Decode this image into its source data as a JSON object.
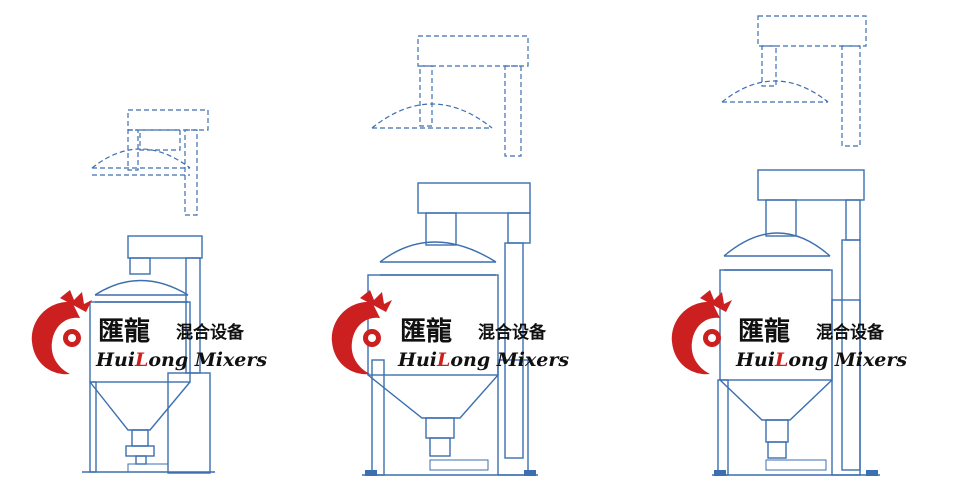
{
  "watermark": {
    "brand_cn_main": "匯龍",
    "brand_cn_sub": "混合设备",
    "brand_en_prefix": "Hui",
    "brand_en_highlight": "L",
    "brand_en_suffix": "ong Mixers"
  },
  "colors": {
    "line": "#3c6fb0",
    "logo_red": "#cc1f1f",
    "text": "#111111"
  },
  "drawings": [
    {
      "name": "mixer-small",
      "logo_count": 1
    },
    {
      "name": "mixer-medium",
      "logo_count": 1
    },
    {
      "name": "mixer-large",
      "logo_count": 1
    }
  ]
}
